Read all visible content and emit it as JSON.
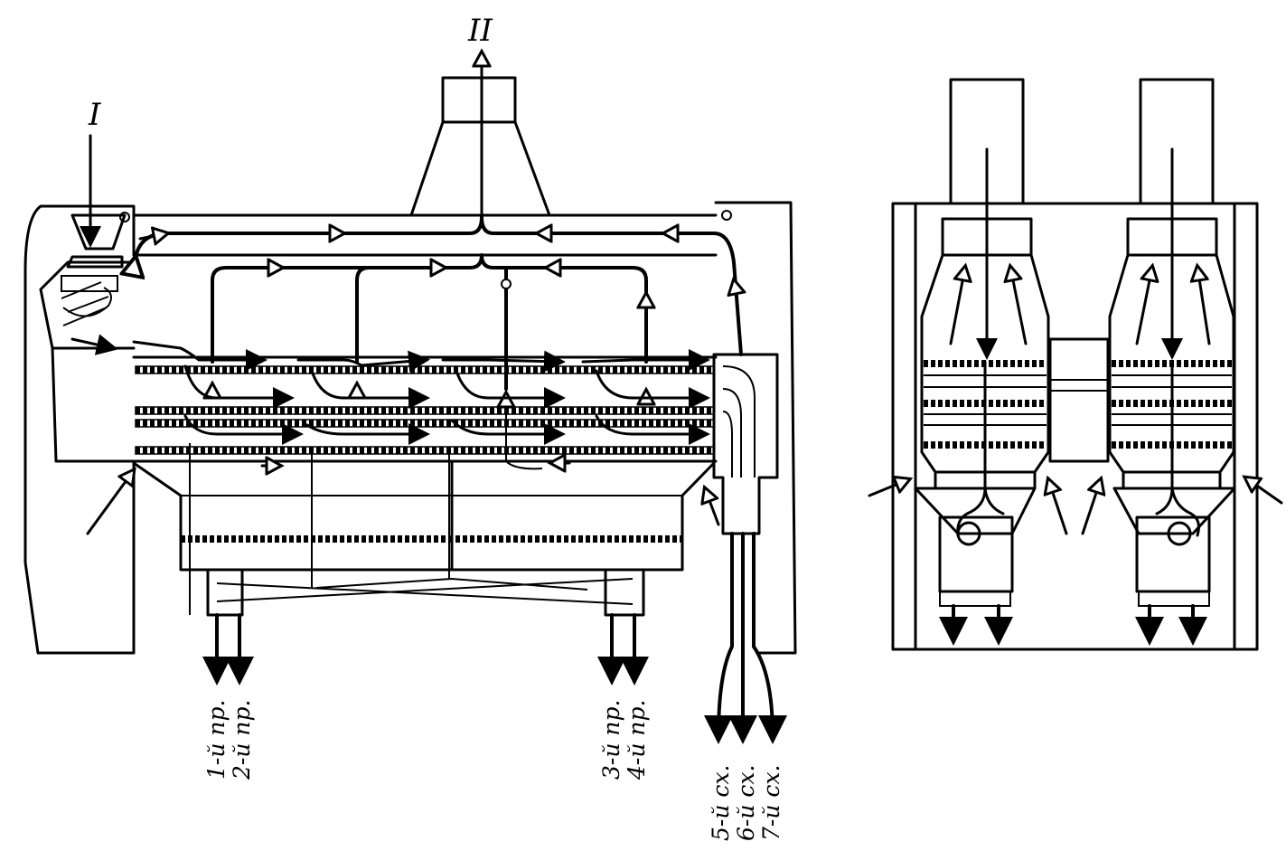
{
  "labels": {
    "inlet": "I",
    "outlet": "II"
  },
  "outputs": {
    "o1": "1-й пр.",
    "o2": "2-й пр.",
    "o3": "3-й пр.",
    "o4": "4-й пр.",
    "o5": "5-й сх.",
    "o6": "6-й сх.",
    "o7": "7-й сх."
  },
  "colors": {
    "ink": "#000000",
    "paper": "#ffffff"
  }
}
